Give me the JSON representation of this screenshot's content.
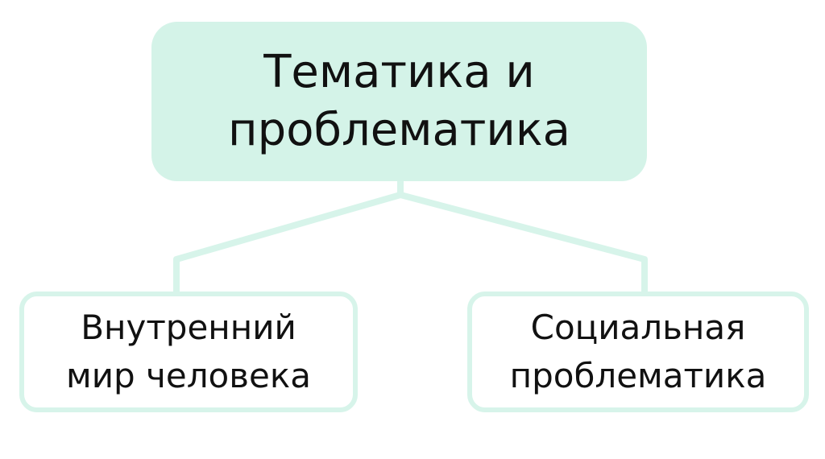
{
  "colors": {
    "root_fill": "#d4f3e8",
    "child_border": "#d7f4ea",
    "connector": "#d7f4ea",
    "text": "#111111",
    "background": "#ffffff"
  },
  "root": {
    "label": "Тематика и\nпроблематика"
  },
  "children": [
    {
      "label": "Внутренний\nмир человека"
    },
    {
      "label": "Социальная\nпроблематика"
    }
  ]
}
